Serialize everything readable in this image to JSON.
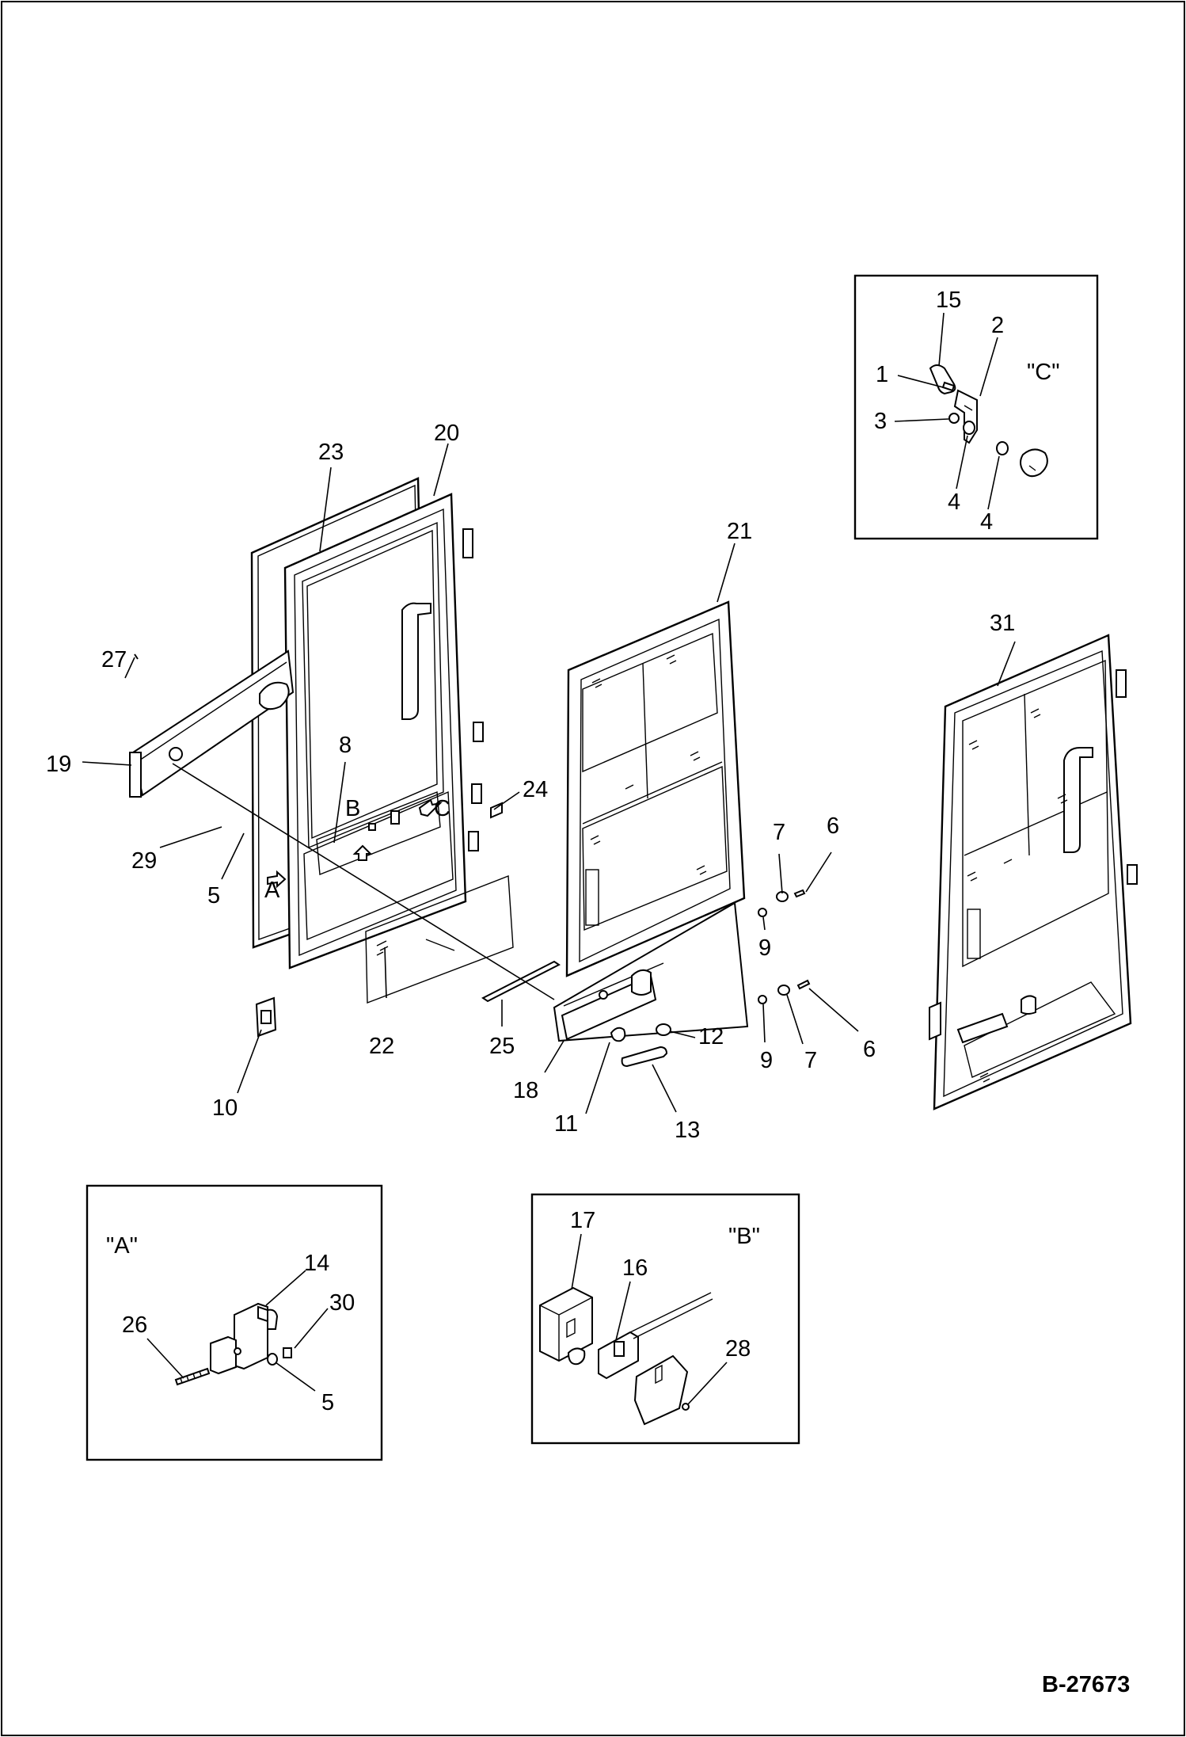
{
  "drawing_number": "B-27673",
  "callouts": {
    "c1": "1",
    "c2": "2",
    "c3": "3",
    "c4a": "4",
    "c4b": "4",
    "c5a": "5",
    "c5b": "5",
    "c6a": "6",
    "c6b": "6",
    "c7a": "7",
    "c7b": "7",
    "c8": "8",
    "c9a": "9",
    "c9b": "9",
    "c10": "10",
    "c11": "11",
    "c12": "12",
    "c13": "13",
    "c14": "14",
    "c15": "15",
    "c16": "16",
    "c17": "17",
    "c18": "18",
    "c19": "19",
    "c20": "20",
    "c21": "21",
    "c22": "22",
    "c23": "23",
    "c24": "24",
    "c25": "25",
    "c26": "26",
    "c27": "27",
    "c28": "28",
    "c29": "29",
    "c30": "30",
    "c31": "31"
  },
  "view_markers": {
    "a": "A",
    "b": "B",
    "c": "C"
  },
  "detail_titles": {
    "a": "\"A\"",
    "b": "\"B\"",
    "c": "\"C\""
  }
}
